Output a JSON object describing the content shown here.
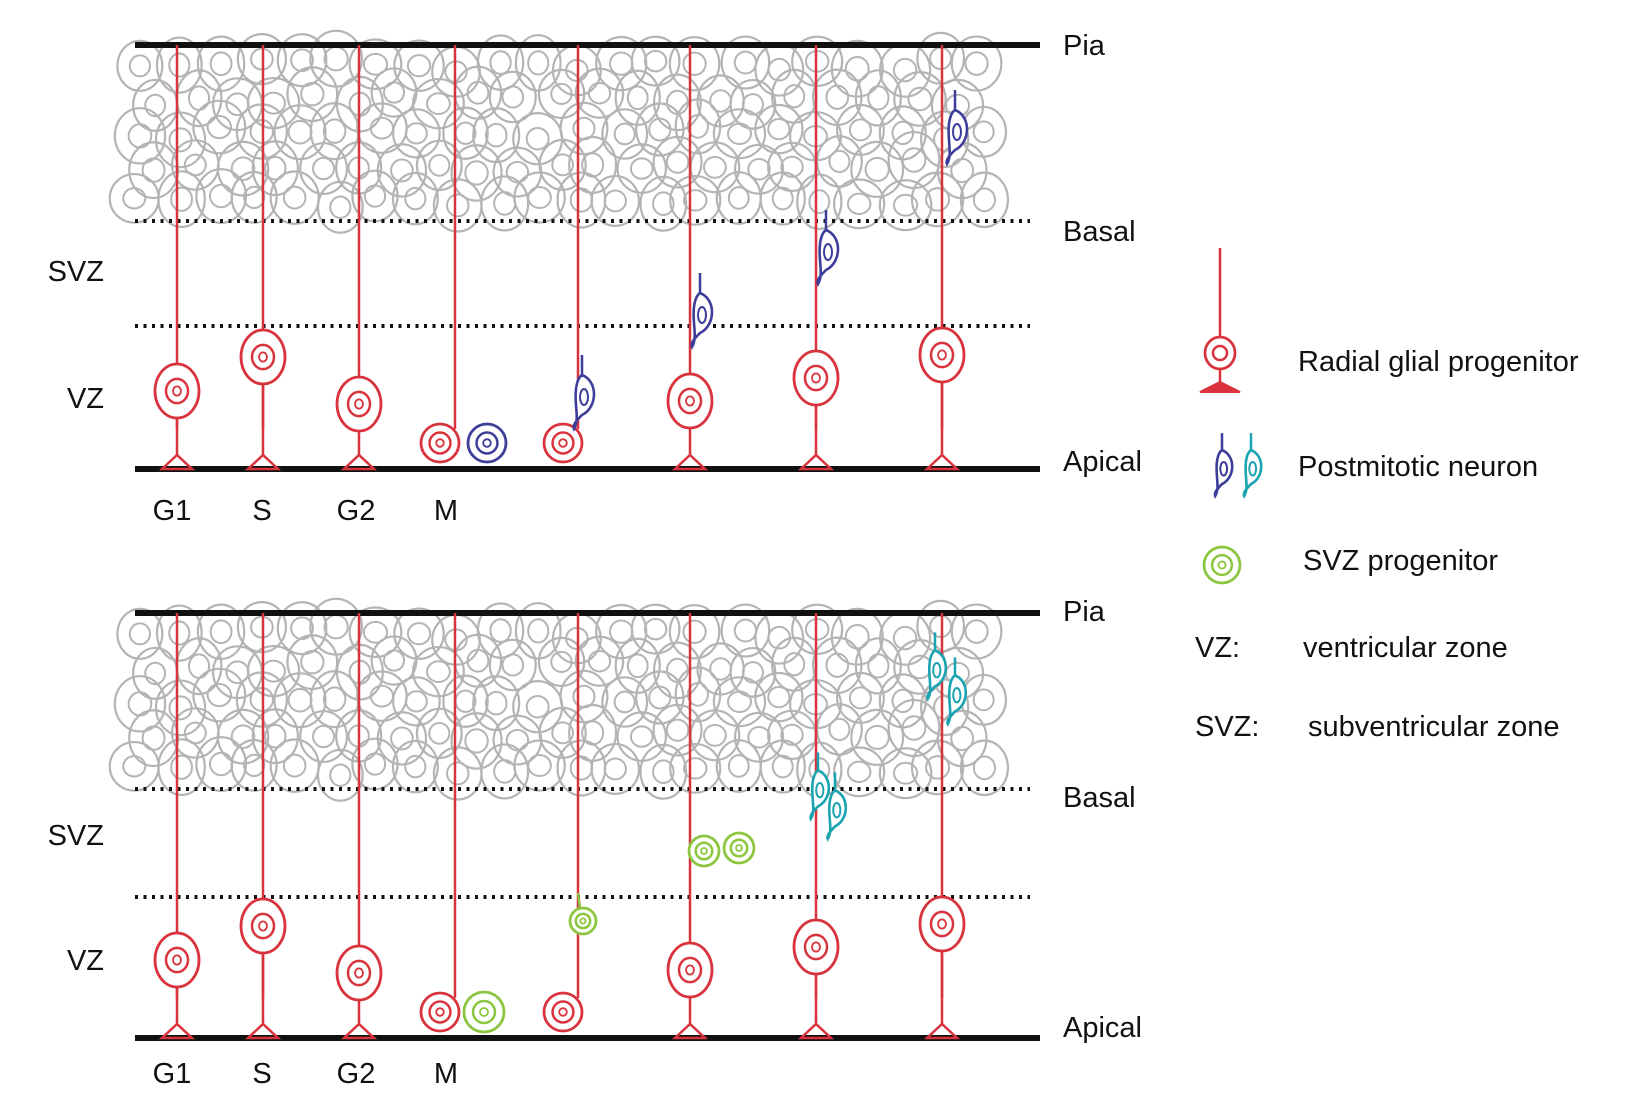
{
  "panels": [
    {
      "id": "top",
      "boundaries": {
        "pia": "Pia",
        "basal": "Basal",
        "apical": "Apical"
      },
      "zones": {
        "svz": "SVZ",
        "vz": "VZ"
      },
      "phases": [
        "G1",
        "S",
        "G2",
        "M"
      ],
      "daughter_cell_type": "postmitotic-neuron"
    },
    {
      "id": "bottom",
      "boundaries": {
        "pia": "Pia",
        "basal": "Basal",
        "apical": "Apical"
      },
      "zones": {
        "svz": "SVZ",
        "vz": "VZ"
      },
      "phases": [
        "G1",
        "S",
        "G2",
        "M"
      ],
      "daughter_cell_type": "svz-progenitor"
    }
  ],
  "legend": {
    "items": [
      {
        "label": "Radial glial progenitor",
        "icon": "radial-glial-progenitor-icon"
      },
      {
        "label": "Postmitotic neuron",
        "icon": "postmitotic-neuron-icon"
      },
      {
        "label": "SVZ progenitor",
        "icon": "svz-progenitor-icon"
      }
    ],
    "abbreviations": [
      {
        "abbr": "VZ:",
        "meaning": "ventricular zone"
      },
      {
        "abbr": "SVZ:",
        "meaning": "subventricular zone"
      }
    ]
  },
  "colors": {
    "radial_glia": "#d9343d",
    "postmitotic_neuron": "#3d3e99",
    "neuron_teal": "#1aa3b0",
    "svz_progenitor": "#8cc63f",
    "cortical_plate_cells": "#b4b4b4",
    "boundary_line": "#111111"
  }
}
